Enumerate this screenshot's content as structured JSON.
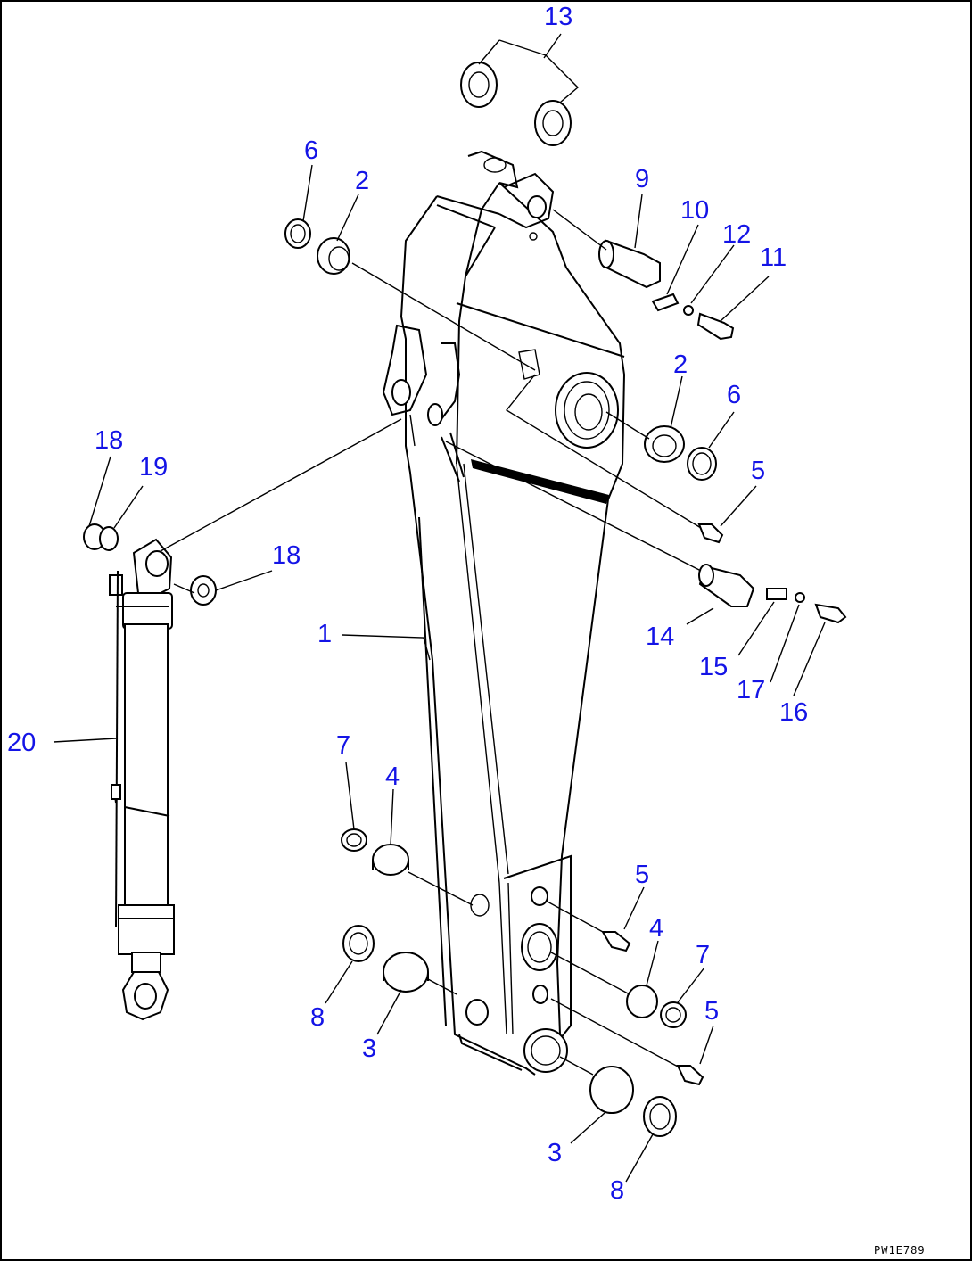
{
  "drawing_code": "PW1E789",
  "callouts": {
    "c13": "13",
    "c6a": "6",
    "c2a": "2",
    "c9": "9",
    "c10": "10",
    "c12": "12",
    "c11": "11",
    "c2b": "2",
    "c6b": "6",
    "c18a": "18",
    "c19": "19",
    "c5a": "5",
    "c18b": "18",
    "c1": "1",
    "c14": "14",
    "c15": "15",
    "c17": "17",
    "c16": "16",
    "c20": "20",
    "c7a": "7",
    "c4a": "4",
    "c5b": "5",
    "c4b": "4",
    "c7b": "7",
    "c8a": "8",
    "c3a": "3",
    "c5c": "5",
    "c3b": "3",
    "c8b": "8"
  }
}
